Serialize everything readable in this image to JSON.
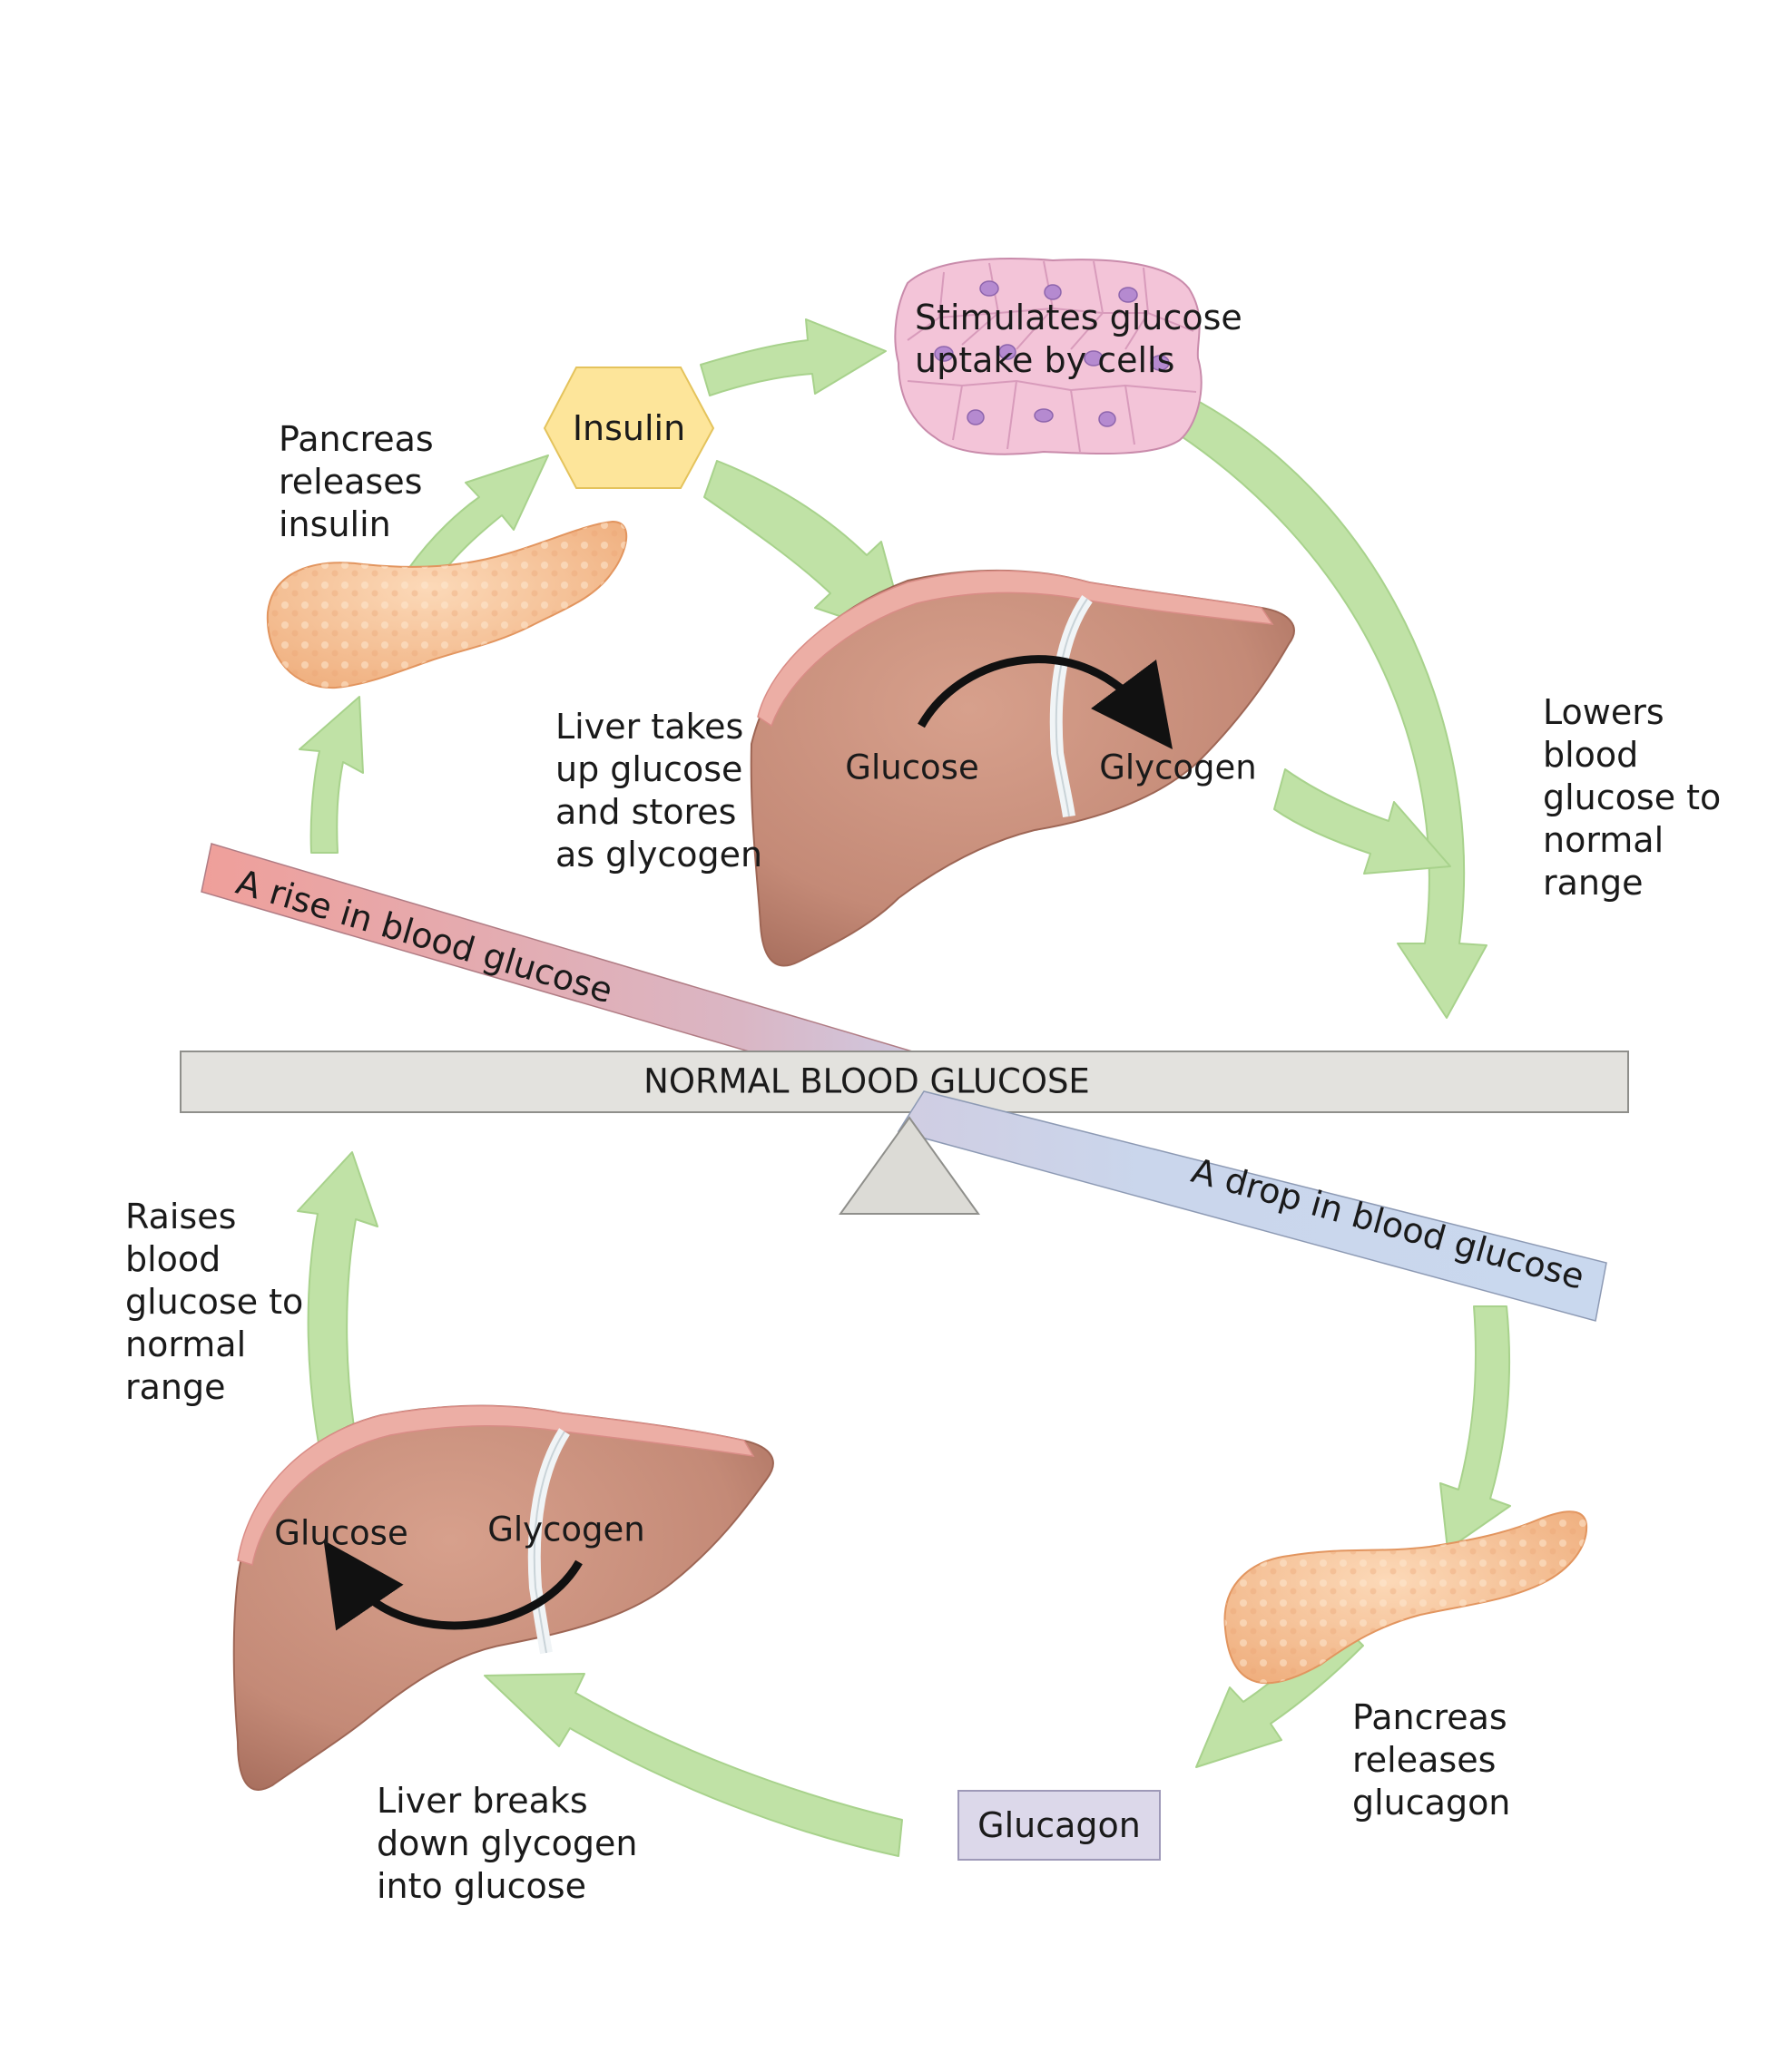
{
  "labels": {
    "normal": "NORMAL BLOOD GLUCOSE",
    "rise": "A rise in blood glucose",
    "drop": "A drop in blood glucose",
    "insulin": "Insulin",
    "glucagon": "Glucagon",
    "stimulates": [
      "Stimulates glucose",
      "uptake by cells"
    ],
    "pancreas_insulin": [
      "Pancreas",
      "releases",
      "insulin"
    ],
    "liver_takes": [
      "Liver takes",
      "up glucose",
      "and stores",
      "as glycogen"
    ],
    "lowers": [
      "Lowers",
      "blood",
      "glucose to",
      "normal",
      "range"
    ],
    "raises": [
      "Raises",
      "blood",
      "glucose to",
      "normal",
      "range"
    ],
    "pancreas_glucagon": [
      "Pancreas",
      "releases",
      "glucagon"
    ],
    "liver_breaks": [
      "Liver breaks",
      "down glycogen",
      "into glucose"
    ],
    "top_liver": {
      "left": "Glucose",
      "right": "Glycogen"
    },
    "bottom_liver": {
      "left": "Glucose",
      "right": "Glycogen"
    }
  },
  "colors": {
    "arrow_fill": "#c0e2a6",
    "arrow_stroke": "#a8d28c",
    "rise_bar": "#ef9f9a",
    "drop_bar": "#c9d8ee",
    "normal_bar": "#e3e2de",
    "insulin_hex": "#fde59a",
    "glucagon_box": "#dcd8ea",
    "liver": "#c98f7c",
    "pancreas": "#f8c79e",
    "cells": "#f3c4d8"
  }
}
